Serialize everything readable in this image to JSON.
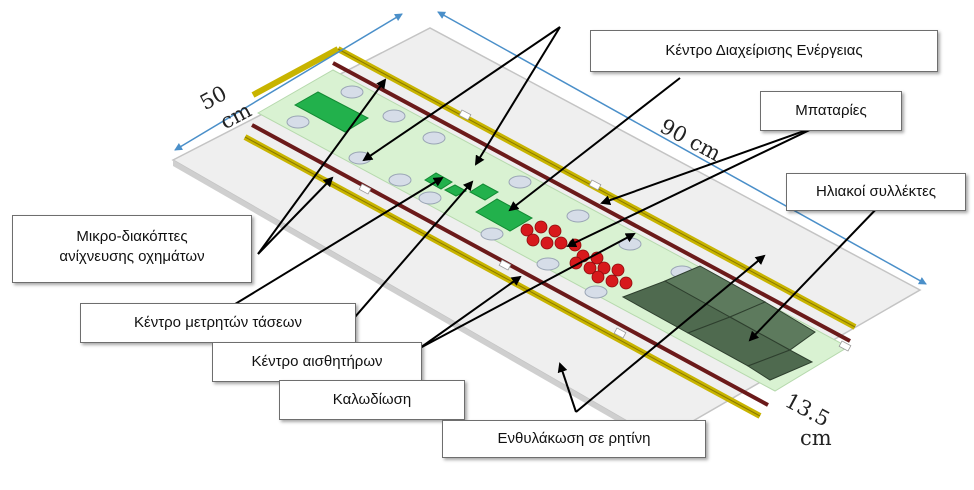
{
  "labels": {
    "energy_center": "Κέντρο Διαχείρισης Ενέργειας",
    "batteries": "Μπαταρίες",
    "solar_collectors": "Ηλιακοί συλλέκτες",
    "micro_switches_line1": "Μικρο-διακόπτες",
    "micro_switches_line2": "ανίχνευσης οχημάτων",
    "voltage_meters_center": "Κέντρο μετρητών τάσεων",
    "sensors_center": "Κέντρο αισθητήρων",
    "wiring": "Καλωδίωση",
    "resin_encapsulation": "Ενθυλάκωση σε ρητίνη"
  },
  "dimensions": {
    "width_value": "50",
    "width_unit": "cm",
    "length": "90 cm",
    "thickness_value": "13.5",
    "thickness_unit": "cm"
  },
  "colors": {
    "board": "#efefef",
    "center_strip": "#d9f2d2",
    "module_green": "#22b14c",
    "battery_red": "#d7191c",
    "solar_panel": "#4f6a4f",
    "rail_yellow": "#c8b400",
    "rail_dark": "#6b1a1a",
    "arrow": "#000000",
    "dimension_line": "#4a8fc9"
  }
}
